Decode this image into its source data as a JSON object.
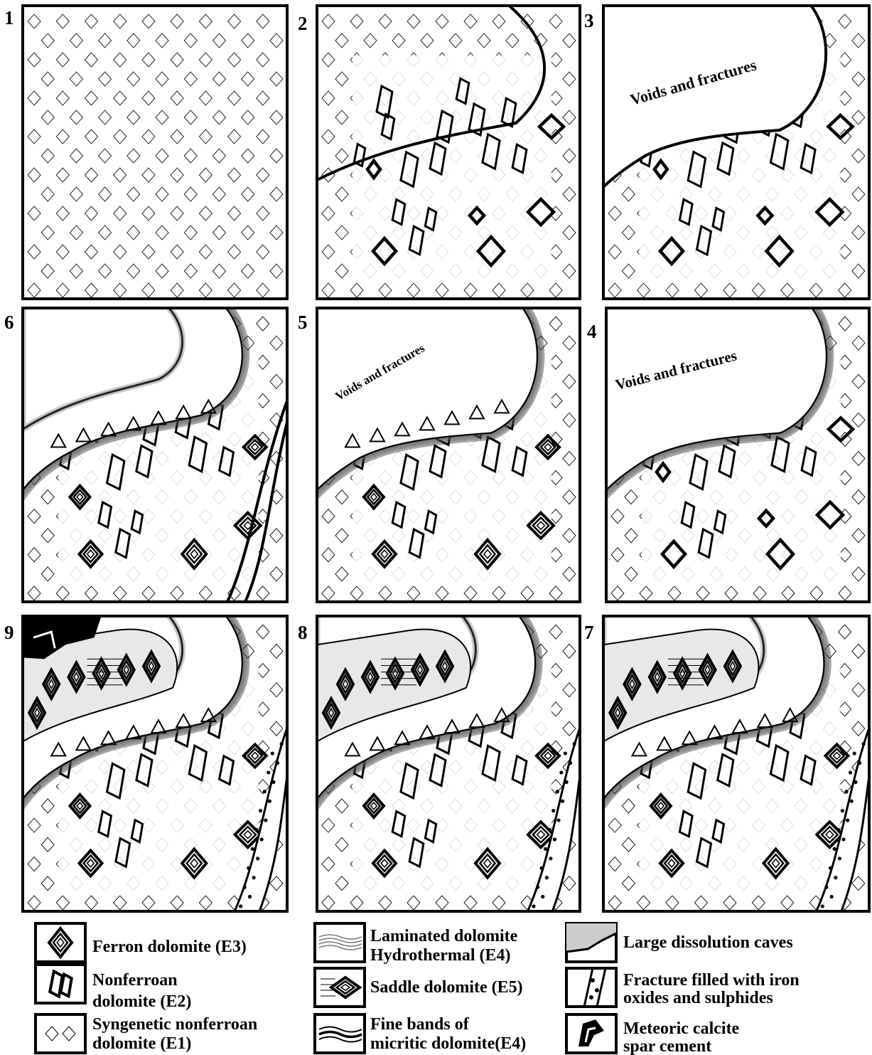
{
  "panels": [
    {
      "number": "1",
      "stage": 1,
      "void_label": ""
    },
    {
      "number": "2",
      "stage": 2,
      "void_label": ""
    },
    {
      "number": "3",
      "stage": 3,
      "void_label": "Voids and fractures"
    },
    {
      "number": "6",
      "stage": 6,
      "void_label": ""
    },
    {
      "number": "5",
      "stage": 5,
      "void_label": "Voids and fractures"
    },
    {
      "number": "4",
      "stage": 4,
      "void_label": "Voids and fractures"
    },
    {
      "number": "9",
      "stage": 9,
      "void_label": ""
    },
    {
      "number": "8",
      "stage": 8,
      "void_label": ""
    },
    {
      "number": "7",
      "stage": 7,
      "void_label": ""
    }
  ],
  "legend": [
    {
      "icon": "ferron-dolomite-icon",
      "lines": [
        "Ferron dolomite (E3)"
      ]
    },
    {
      "icon": "nonferroan-dolomite-icon",
      "lines": [
        "Nonferroan",
        "dolomite (E2)"
      ]
    },
    {
      "icon": "syngenetic-dolomite-icon",
      "lines": [
        "Syngenetic nonferroan",
        "dolomite (E1)"
      ]
    },
    {
      "icon": "laminated-dolomite-icon",
      "lines": [
        "Laminated dolomite",
        "Hydrothermal (E4)"
      ]
    },
    {
      "icon": "saddle-dolomite-icon",
      "lines": [
        "Saddle dolomite (E5)"
      ]
    },
    {
      "icon": "micritic-bands-icon",
      "lines": [
        "Fine bands of",
        "micritic dolomite(E4)"
      ]
    },
    {
      "icon": "dissolution-cave-icon",
      "lines": [
        "Large dissolution caves"
      ]
    },
    {
      "icon": "fracture-fill-icon",
      "lines": [
        "Fracture filled with  iron",
        "oxides and sulphides"
      ]
    },
    {
      "icon": "meteoric-calcite-icon",
      "lines": [
        "Meteoric calcite",
        "spar cement"
      ]
    }
  ]
}
